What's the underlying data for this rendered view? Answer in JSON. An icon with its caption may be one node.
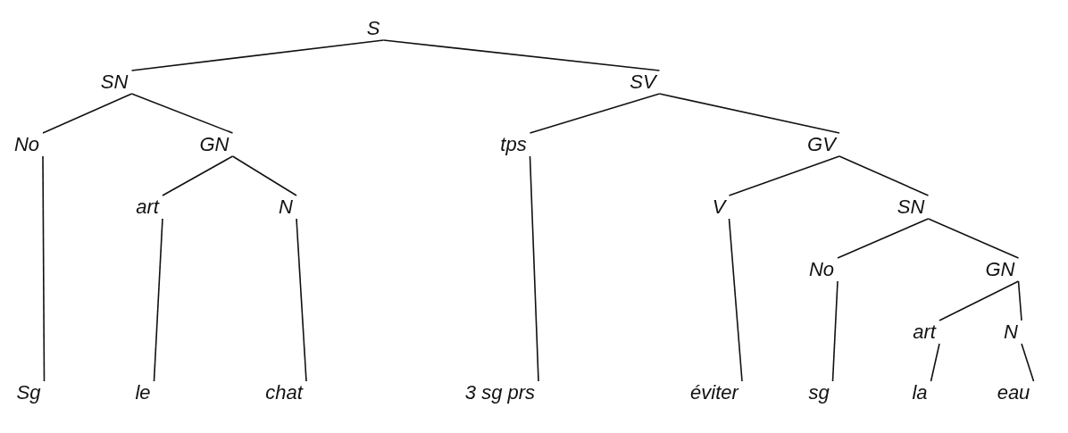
{
  "diagram": {
    "nodes": [
      {
        "text": [
          "S"
        ]
      },
      {
        "text": [
          "SN"
        ]
      },
      {
        "text": [
          "SV"
        ]
      },
      {
        "text": [
          "No"
        ]
      },
      {
        "text": [
          "GN"
        ]
      },
      {
        "text": [
          "tps"
        ]
      },
      {
        "text": [
          "GV"
        ]
      },
      {
        "text": [
          "art"
        ]
      },
      {
        "text": [
          "N"
        ]
      },
      {
        "text": [
          "V"
        ]
      },
      {
        "text": [
          "SN"
        ]
      },
      {
        "text": [
          "No"
        ]
      },
      {
        "text": [
          "GN"
        ]
      },
      {
        "text": [
          "art"
        ]
      },
      {
        "text": [
          "N"
        ]
      },
      {
        "text": [
          "Sg"
        ]
      },
      {
        "text": [
          "le"
        ]
      },
      {
        "text": [
          "chat"
        ]
      },
      {
        "text": [
          "3 sg prs"
        ]
      },
      {
        "text": [
          "éviter"
        ]
      },
      {
        "text": [
          "sg"
        ]
      },
      {
        "text": [
          "la"
        ]
      },
      {
        "text": [
          "eau"
        ]
      }
    ],
    "edges": [
      {
        "from": 0,
        "to": 1,
        "arrow": "none"
      },
      {
        "from": 0,
        "to": 2,
        "arrow": "none"
      },
      {
        "from": 1,
        "to": 3,
        "arrow": "none"
      },
      {
        "from": 1,
        "to": 4,
        "arrow": "none"
      },
      {
        "from": 2,
        "to": 5,
        "arrow": "none"
      },
      {
        "from": 2,
        "to": 6,
        "arrow": "none"
      },
      {
        "from": 4,
        "to": 7,
        "arrow": "none"
      },
      {
        "from": 4,
        "to": 8,
        "arrow": "none"
      },
      {
        "from": 6,
        "to": 9,
        "arrow": "none"
      },
      {
        "from": 6,
        "to": 10,
        "arrow": "none"
      },
      {
        "from": 10,
        "to": 11,
        "arrow": "none"
      },
      {
        "from": 10,
        "to": 12,
        "arrow": "none"
      },
      {
        "from": 12,
        "to": 13,
        "arrow": "none"
      },
      {
        "from": 12,
        "to": 14,
        "arrow": "none"
      },
      {
        "from": 3,
        "to": 15,
        "arrow": "none"
      },
      {
        "from": 7,
        "to": 16,
        "arrow": "none"
      },
      {
        "from": 8,
        "to": 17,
        "arrow": "none"
      },
      {
        "from": 5,
        "to": 18,
        "arrow": "none"
      },
      {
        "from": 9,
        "to": 19,
        "arrow": "none"
      },
      {
        "from": 11,
        "to": 20,
        "arrow": "none"
      },
      {
        "from": 13,
        "to": 21,
        "arrow": "none"
      },
      {
        "from": 14,
        "to": 22,
        "arrow": "none"
      }
    ]
  }
}
